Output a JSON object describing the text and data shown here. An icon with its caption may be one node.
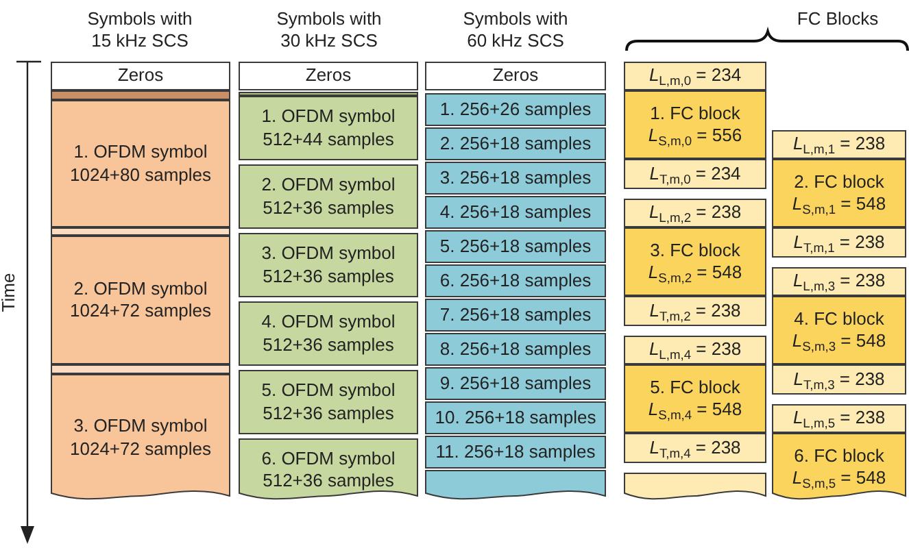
{
  "diagram": {
    "nodes": [
      {
        "text": [
          "Zeros"
        ]
      },
      {
        "text": [],
        "shape": "box"
      },
      {
        "text": [
          "1. OFDM symbol",
          "1024+80 samples"
        ]
      },
      {
        "text": [],
        "shape": "box"
      },
      {
        "text": [
          "2. OFDM symbol",
          "1024+72 samples"
        ]
      },
      {
        "text": [],
        "shape": "box"
      },
      {
        "text": [
          "3. OFDM symbol",
          "1024+72 samples"
        ]
      },
      {
        "text": [
          "Zeros"
        ]
      },
      {
        "text": [],
        "shape": "box"
      },
      {
        "text": [
          "1. OFDM symbol",
          "512+44 samples"
        ]
      },
      {
        "text": [
          "2. OFDM symbol",
          "512+36 samples"
        ]
      },
      {
        "text": [
          "3. OFDM symbol",
          "512+36 samples"
        ]
      },
      {
        "text": [
          "4. OFDM symbol",
          "512+36 samples"
        ]
      },
      {
        "text": [
          "5. OFDM symbol",
          "512+36 samples"
        ]
      },
      {
        "text": [
          "6. OFDM symbol",
          "512+36 samples"
        ]
      },
      {
        "text": [
          "Zeros"
        ]
      },
      {
        "text": [
          "1. 256+26 samples"
        ]
      },
      {
        "text": [
          "2. 256+18 samples"
        ]
      },
      {
        "text": [
          "3. 256+18 samples"
        ]
      },
      {
        "text": [
          "4. 256+18 samples"
        ]
      },
      {
        "text": [
          "5. 256+18 samples"
        ]
      },
      {
        "text": [
          "6. 256+18 samples"
        ]
      },
      {
        "text": [
          "7. 256+18 samples"
        ]
      },
      {
        "text": [
          "8. 256+18 samples"
        ]
      },
      {
        "text": [
          "9. 256+18 samples"
        ]
      },
      {
        "text": [
          "10. 256+18 samples"
        ]
      },
      {
        "text": [
          "11. 256+18 samples"
        ]
      },
      {
        "text": [],
        "shape": "box"
      },
      {
        "text": [
          "*L*$_{L,m,0}$ = 234"
        ]
      },
      {
        "text": [
          "1. FC block",
          "*L*$_{S,m,0}$ = 556"
        ]
      },
      {
        "text": [
          "*L*$_{T,m,0}$ = 234"
        ]
      },
      {
        "text": [
          "*L*$_{L,m,2}$ = 238"
        ]
      },
      {
        "text": [
          "3. FC block",
          "*L*$_{S,m,2}$ = 548"
        ]
      },
      {
        "text": [
          "*L*$_{T,m,2}$ = 238"
        ]
      },
      {
        "text": [
          "*L*$_{L,m,4}$ = 238"
        ]
      },
      {
        "text": [
          "5. FC block",
          "*L*$_{S,m,4}$ = 548"
        ]
      },
      {
        "text": [
          "*L*$_{T,m,4}$ = 238"
        ]
      },
      {
        "text": [],
        "shape": "box"
      },
      {
        "text": [
          "*L*$_{L,m,1}$ = 238"
        ]
      },
      {
        "text": [
          "2. FC block",
          "*L*$_{S,m,1}$ = 548"
        ]
      },
      {
        "text": [
          "*L*$_{T,m,1}$ = 238"
        ]
      },
      {
        "text": [
          "*L*$_{L,m,3}$ = 238"
        ]
      },
      {
        "text": [
          "4. FC block",
          "*L*$_{S,m,3}$ = 548"
        ]
      },
      {
        "text": [
          "*L*$_{T,m,3}$ = 238"
        ]
      },
      {
        "text": [
          "*L*$_{L,m,5}$ = 238"
        ]
      },
      {
        "text": [
          "6. FC block",
          "*L*$_{S,m,5}$ = 548"
        ]
      }
    ],
    "labels": [
      "Symbols with 15 kHz SCS",
      "Symbols with 30 kHz SCS",
      "Symbols with 60 kHz SCS",
      "FC Blocks",
      "Time"
    ]
  }
}
